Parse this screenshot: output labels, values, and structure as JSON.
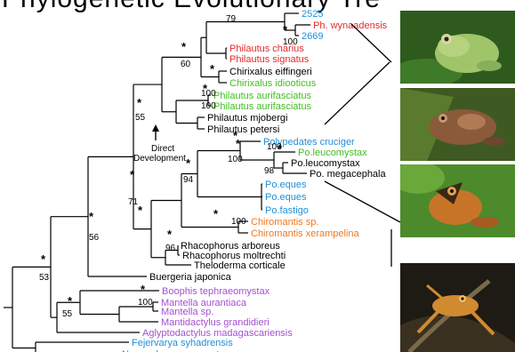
{
  "title": "Phylogenetic Evolutionary Tre",
  "colors": {
    "red": "#e8282a",
    "blue": "#1f8fd6",
    "green": "#3fbf1e",
    "orange": "#f0781e",
    "purple": "#a64fd2",
    "black": "#000000"
  },
  "taxa": [
    {
      "id": "t2525",
      "label": "2525",
      "color": "blue"
    },
    {
      "id": "wynaad",
      "label": "Ph. wynaadensis",
      "color": "red"
    },
    {
      "id": "t2669",
      "label": "2669",
      "color": "blue"
    },
    {
      "id": "charius",
      "label": "Philautus charius",
      "color": "red"
    },
    {
      "id": "signatus",
      "label": "Philautus signatus",
      "color": "red"
    },
    {
      "id": "eiffingeri",
      "label": "Chirixalus eiffingeri",
      "color": "black"
    },
    {
      "id": "idiooticus",
      "label": "Chirixalus idiooticus",
      "color": "green"
    },
    {
      "id": "aurif1",
      "label": "Philautus aurifasciatus",
      "color": "green"
    },
    {
      "id": "aurif2",
      "label": "Philautus aurifasciatus",
      "color": "green"
    },
    {
      "id": "mjobergi",
      "label": "Philautus mjobergi",
      "color": "black"
    },
    {
      "id": "petersi",
      "label": "Philautus petersi",
      "color": "black"
    },
    {
      "id": "cruciger",
      "label": "Polypedates cruciger",
      "color": "blue"
    },
    {
      "id": "leuco1",
      "label": "Po.leucomystax",
      "color": "green"
    },
    {
      "id": "leuco2",
      "label": "Po.leucomystax",
      "color": "black"
    },
    {
      "id": "megaceph",
      "label": "Po. megacephala",
      "color": "black"
    },
    {
      "id": "eques1",
      "label": "Po.eques",
      "color": "blue"
    },
    {
      "id": "eques2",
      "label": "Po.eques",
      "color": "blue"
    },
    {
      "id": "fastigo",
      "label": "Po.fastigo",
      "color": "blue"
    },
    {
      "id": "chirosp",
      "label": "Chiromantis sp.",
      "color": "orange"
    },
    {
      "id": "xerampelina",
      "label": "Chiromantis xerampelina",
      "color": "orange"
    },
    {
      "id": "arboreus",
      "label": "Rhacophorus arboreus",
      "color": "black"
    },
    {
      "id": "moltrechti",
      "label": "Rhacophorus moltrechti",
      "color": "black"
    },
    {
      "id": "corticale",
      "label": "Theloderma  corticale",
      "color": "black"
    },
    {
      "id": "buergeria",
      "label": "Buergeria japonica",
      "color": "black"
    },
    {
      "id": "boophis",
      "label": "Boophis tephraeomystax",
      "color": "purple"
    },
    {
      "id": "aurantiaca",
      "label": "Mantella aurantiaca",
      "color": "purple"
    },
    {
      "id": "mantellasp",
      "label": "Mantella sp.",
      "color": "purple"
    },
    {
      "id": "mantidactylus",
      "label": "Mantidactylus grandidieri",
      "color": "purple"
    },
    {
      "id": "aglyptodactylus",
      "label": "Aglyptodactylus madagascariensis",
      "color": "purple"
    },
    {
      "id": "fejervarya",
      "label": "Fejervarya syhadrensis",
      "color": "blue"
    },
    {
      "id": "nannophrys",
      "label": "Nannophrys marmorata",
      "color": "blue"
    }
  ],
  "support_values": [
    "79",
    "100",
    "60",
    "100",
    "100",
    "55",
    "100",
    "100",
    "98",
    "94",
    "71",
    "100",
    "96",
    "56",
    "53",
    "100",
    "55"
  ],
  "annotation": {
    "line1": "Direct",
    "line2": "Development"
  },
  "photos": [
    {
      "name": "green-frog-photo",
      "bg": "#2f5a1e",
      "frog": "#9fc46a",
      "accent": "#d8d6a0"
    },
    {
      "name": "brown-frog-photo",
      "bg": "#3e5a22",
      "frog": "#8a5a3a",
      "accent": "#b07a55"
    },
    {
      "name": "orange-frog-photo",
      "bg": "#4c8a2c",
      "frog": "#c87428",
      "accent": "#e8a050"
    },
    {
      "name": "gliding-frog-photo",
      "bg": "#1e1a14",
      "frog": "#d08a30",
      "accent": "#f0c060"
    }
  ]
}
